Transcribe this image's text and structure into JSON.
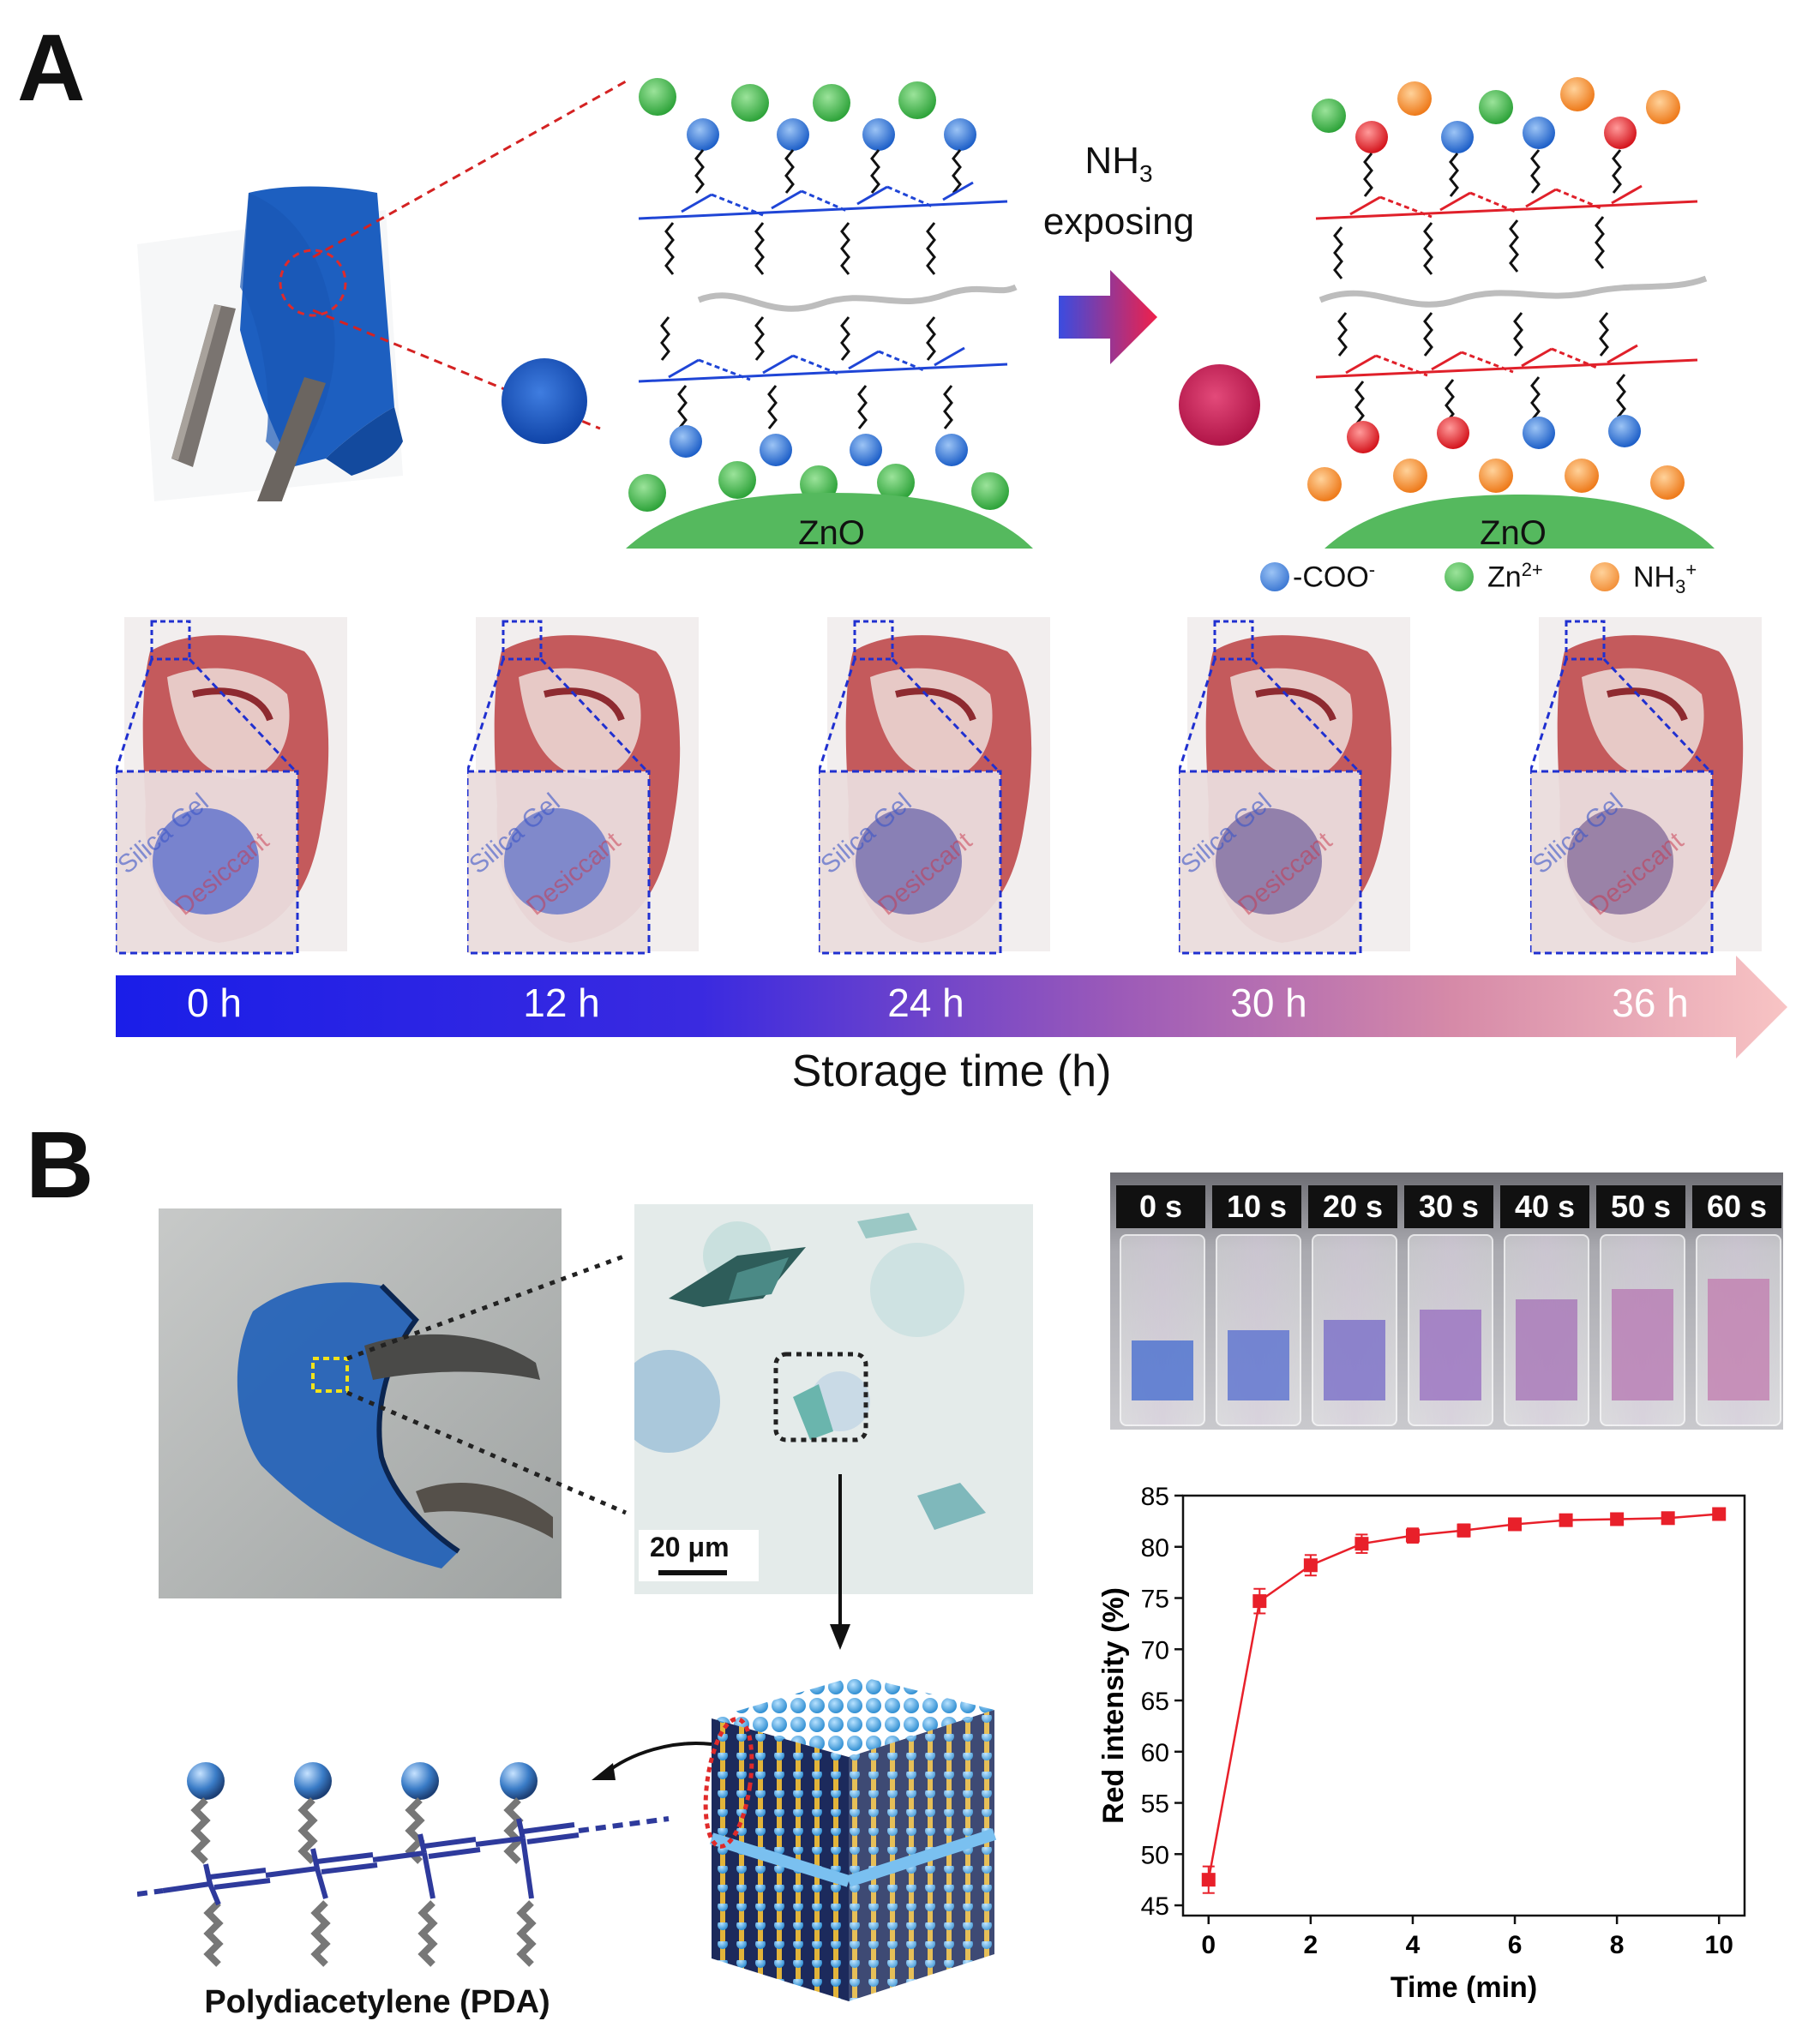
{
  "panel_a": {
    "label": "A",
    "arrow_text_line1": "NH",
    "arrow_text_sub": "3",
    "arrow_text_line2": "exposing",
    "substrate_left": "ZnO",
    "substrate_right": "ZnO",
    "legend": [
      {
        "symbol": "-COO",
        "sup": "-",
        "sub": "",
        "color": "#2f6fd0"
      },
      {
        "symbol": "Zn",
        "sup": "2+",
        "sub": "",
        "color": "#3cb84a"
      },
      {
        "symbol": "NH",
        "sub": "3",
        "sup": "+",
        "color": "#f08a2a"
      }
    ],
    "timeline": {
      "ticks": [
        "0 h",
        "12 h",
        "24 h",
        "30 h",
        "36 h"
      ],
      "label": "Storage time (h)"
    }
  },
  "panel_b": {
    "label": "B",
    "scalebar": "20 μm",
    "vial_times": [
      "0 s",
      "10 s",
      "20 s",
      "30 s",
      "40 s",
      "50 s",
      "60 s"
    ],
    "pda_label": "Polydiacetylene (PDA)"
  },
  "colors": {
    "blue_pda": "#1f4fc8",
    "red_pda": "#e0202a",
    "film_blue": "#1b5ec4",
    "zno_green": "#4cb85a",
    "marker_red": "#e8202a"
  },
  "chart_data": {
    "type": "line",
    "title": "",
    "xlabel": "Time (min)",
    "ylabel": "Red intensity (%)",
    "xlim": [
      -0.5,
      10.5
    ],
    "ylim": [
      44,
      85
    ],
    "xticks": [
      0,
      2,
      4,
      6,
      8,
      10
    ],
    "yticks": [
      45,
      50,
      55,
      60,
      65,
      70,
      75,
      80,
      85
    ],
    "grid": false,
    "series": [
      {
        "x": [
          0,
          1,
          2,
          3,
          4,
          5,
          6,
          7,
          8,
          9,
          10
        ],
        "values": [
          47.5,
          74.7,
          78.2,
          80.3,
          81.1,
          81.6,
          82.2,
          82.6,
          82.7,
          82.8,
          83.2
        ],
        "errors": [
          1.3,
          1.2,
          1.0,
          0.9,
          0.7,
          0.6,
          0.5,
          0.5,
          0.4,
          0.4,
          0.5
        ]
      }
    ]
  }
}
